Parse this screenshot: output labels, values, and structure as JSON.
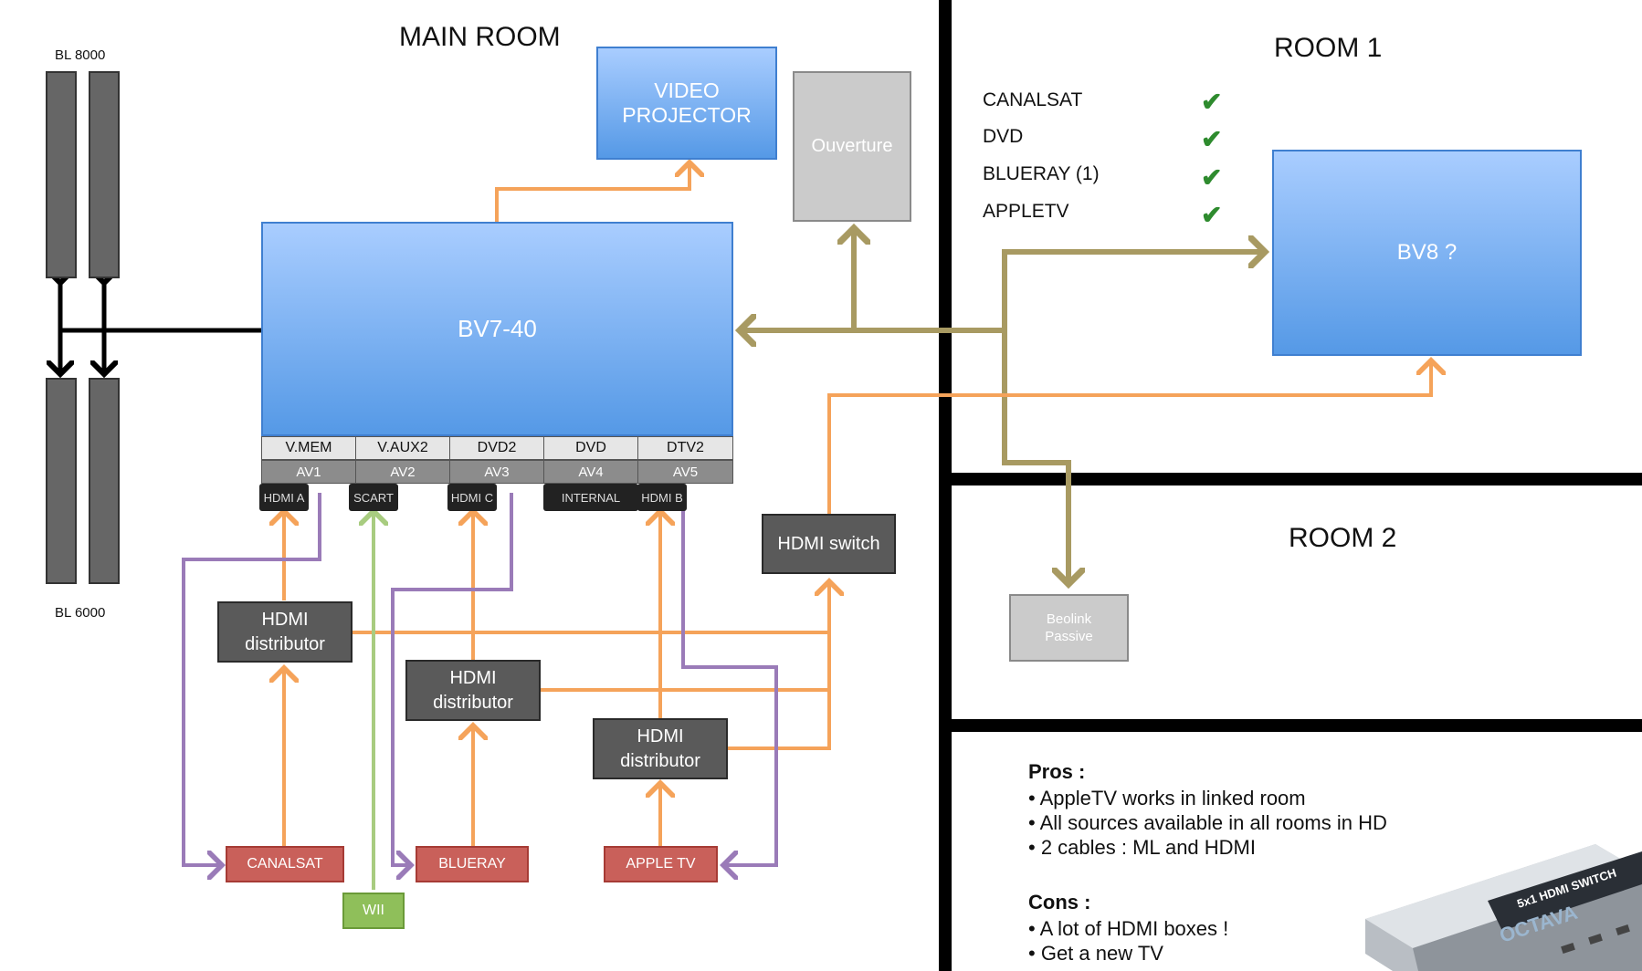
{
  "titles": {
    "main_room": "MAIN ROOM",
    "room1": "ROOM 1",
    "room2": "ROOM 2"
  },
  "speakers": {
    "top_label": "BL 8000",
    "bottom_label": "BL 6000"
  },
  "devices": {
    "video_projector": "VIDEO\nPROJECTOR",
    "ouverture": "Ouverture",
    "main_tv": "BV7-40",
    "room1_tv": "BV8 ?",
    "beolink_passive": "Beolink\nPassive",
    "hdmi_switch": "HDMI switch",
    "hdmi_distributor": "HDMI\ndistributor"
  },
  "inputs": {
    "top": [
      "V.MEM",
      "V.AUX2",
      "DVD2",
      "DVD",
      "DTV2"
    ],
    "bottom": [
      "AV1",
      "AV2",
      "AV3",
      "AV4",
      "AV5"
    ],
    "plugs": [
      "HDMI A",
      "SCART",
      "HDMI C",
      "INTERNAL",
      "HDMI B"
    ]
  },
  "sources": {
    "canalsat": "CANALSAT",
    "blueray": "BLUERAY",
    "appletv": "APPLE TV",
    "wii": "WII"
  },
  "room1_sources": [
    {
      "label": "CANALSAT",
      "check": "✔"
    },
    {
      "label": "DVD",
      "check": "✔"
    },
    {
      "label": "BLUERAY (1)",
      "check": "✔"
    },
    {
      "label": "APPLETV",
      "check": "✔"
    }
  ],
  "notes": {
    "pros_title": "Pros :",
    "pros": [
      "AppleTV works in linked room",
      "All sources available in all rooms in HD",
      "2 cables : ML and HDMI"
    ],
    "cons_title": "Cons :",
    "cons": [
      "A lot of HDMI boxes !",
      "Get a new TV"
    ]
  },
  "product_photo": {
    "brand": "OCTAVA",
    "model": "5x1 HDMI SWITCH"
  },
  "colors": {
    "orange": "#f5a35a",
    "purple": "#9a7bb8",
    "olive": "#a89a62",
    "green": "#a8cc80",
    "black": "#000000"
  }
}
